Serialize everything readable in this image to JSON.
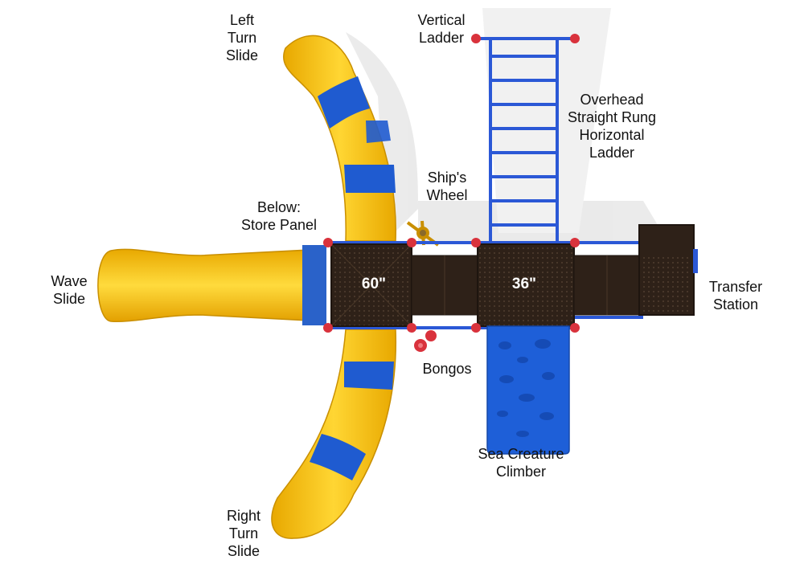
{
  "labels": {
    "left_turn_slide": "Left\nTurn\nSlide",
    "vertical_ladder": "Vertical\nLadder",
    "overhead_ladder": "Overhead\nStraight Rung\nHorizontal\nLadder",
    "ships_wheel": "Ship's\nWheel",
    "store_panel": "Below:\nStore Panel",
    "wave_slide": "Wave\nSlide",
    "transfer_station": "Transfer\nStation",
    "bongos": "Bongos",
    "sea_creature_climber": "Sea Creature\nClimber",
    "right_turn_slide": "Right\nTurn\nSlide"
  },
  "decks": {
    "deck_60": "60\"",
    "deck_36": "36\""
  },
  "colors": {
    "slide_yellow": "#f7c81e",
    "slide_blue": "#1f5bd0",
    "deck_brown": "#2e2118",
    "frame_blue": "#2b58d6",
    "clamp_red": "#d9323c"
  }
}
